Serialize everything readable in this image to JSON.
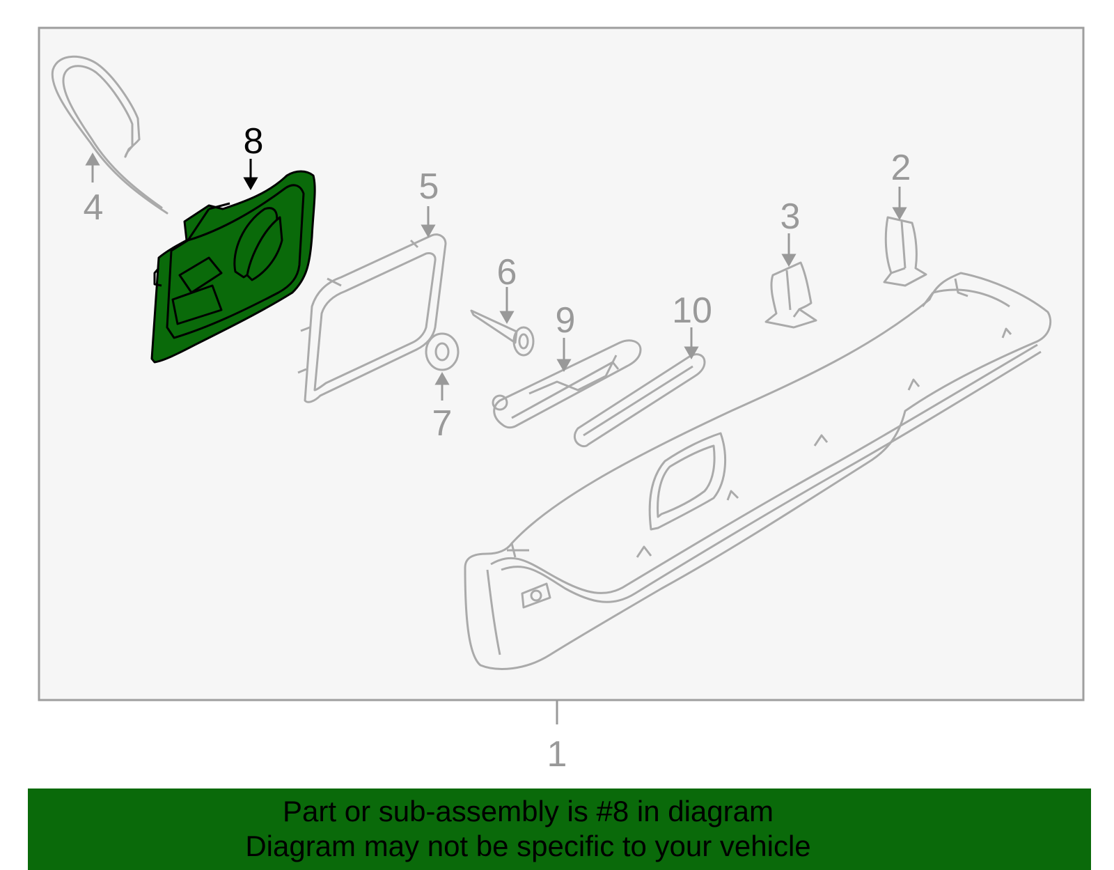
{
  "diagram": {
    "callouts": {
      "c1": "1",
      "c2": "2",
      "c3": "3",
      "c4": "4",
      "c5": "5",
      "c6": "6",
      "c7": "7",
      "c8": "8",
      "c9": "9",
      "c10": "10"
    },
    "highlighted_part": "8"
  },
  "banner": {
    "line1": "Part or sub-assembly is #8 in diagram",
    "line2": "Diagram may not be specific to your vehicle"
  },
  "colors": {
    "highlight": "#0a6a0a",
    "part_outline": "#aaaaaa",
    "callout_gray": "#999999",
    "frame_fill": "#f6f6f6"
  }
}
